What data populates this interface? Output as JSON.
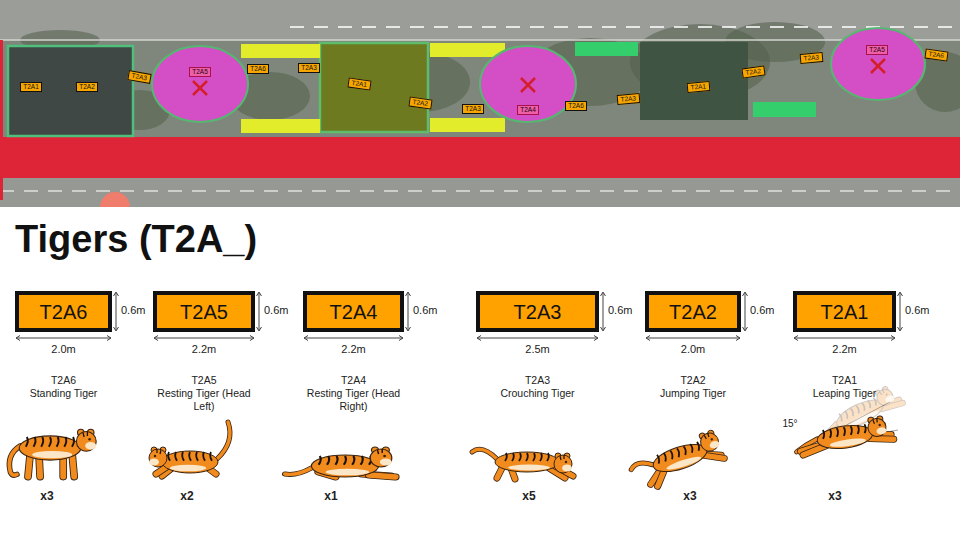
{
  "diagram": {
    "title": "Tigers (T2A_)",
    "nodes": [
      {
        "text": [
          "T2A1"
        ]
      },
      {
        "text": [
          "T2A2"
        ]
      },
      {
        "text": [
          "T2A3"
        ]
      },
      {
        "text": [
          "T2A5"
        ]
      },
      {
        "text": [
          "T2A6"
        ]
      },
      {
        "text": [
          "T2A3"
        ]
      },
      {
        "text": [
          "T2A1"
        ]
      },
      {
        "text": [
          "T2A2"
        ]
      },
      {
        "text": [
          "T2A3"
        ]
      },
      {
        "text": [
          "T2A4"
        ]
      },
      {
        "text": [
          "T2A6"
        ]
      },
      {
        "text": [
          "T2A3"
        ]
      },
      {
        "text": [
          "T2A1"
        ]
      },
      {
        "text": [
          "T2A2"
        ]
      },
      {
        "text": [
          "T2A3"
        ]
      },
      {
        "text": [
          "T2A5"
        ]
      },
      {
        "text": [
          "T2A6"
        ]
      },
      {
        "text": [
          "T2A6"
        ]
      },
      {
        "text": [
          "T2A5"
        ]
      },
      {
        "text": [
          "T2A4"
        ]
      },
      {
        "text": [
          "T2A3"
        ]
      },
      {
        "text": [
          "T2A2"
        ]
      },
      {
        "text": [
          "T2A1"
        ]
      }
    ],
    "labels": [
      "0.6m",
      "2.0m",
      "T2A6",
      "Standing Tiger",
      "x3",
      "0.6m",
      "2.2m",
      "T2A5",
      "Resting Tiger (Head Left)",
      "x2",
      "0.6m",
      "2.2m",
      "T2A4",
      "Resting Tiger (Head Right)",
      "x1",
      "0.6m",
      "2.5m",
      "T2A3",
      "Crouching Tiger",
      "x5",
      "0.6m",
      "2.0m",
      "T2A2",
      "Jumping Tiger",
      "x3",
      "0.6m",
      "2.2m",
      "T2A1",
      "Leaping Tiger",
      "x3",
      "15°"
    ]
  }
}
